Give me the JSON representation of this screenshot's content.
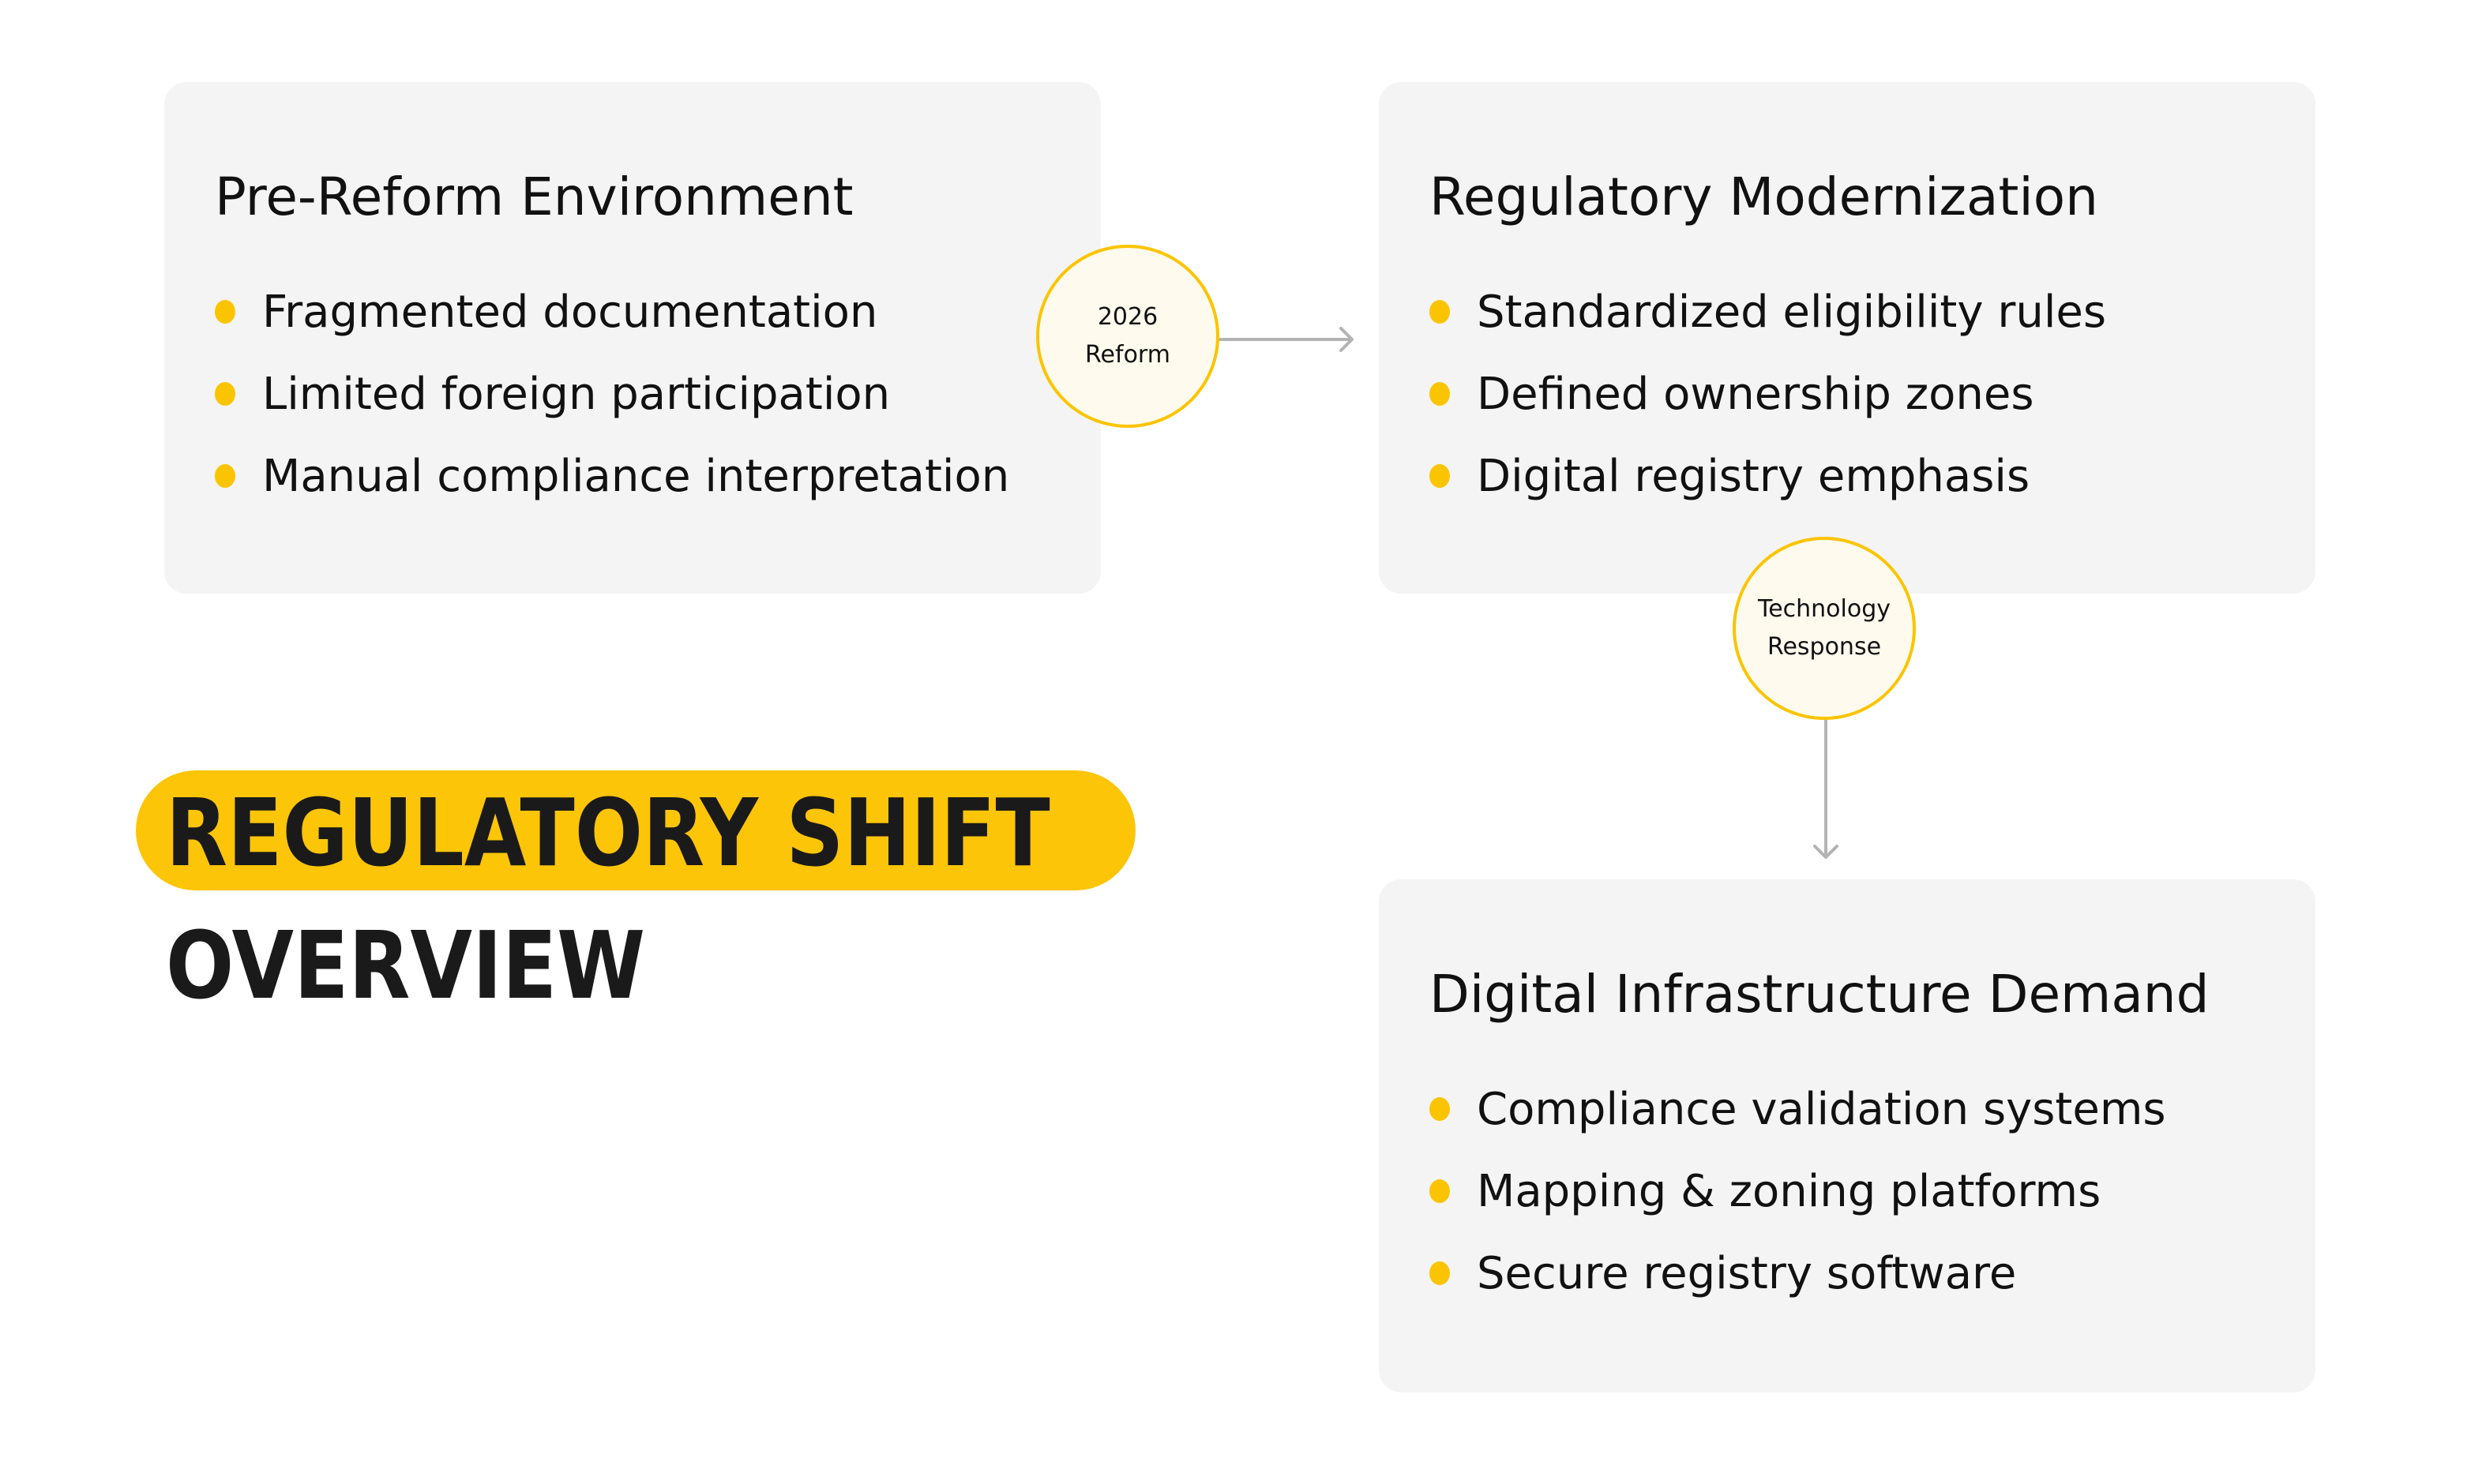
{
  "cards": [
    {
      "title": "Pre-Reform Environment",
      "items": [
        "Fragmented documentation",
        "Limited foreign participation",
        "Manual compliance interpretation"
      ]
    },
    {
      "title": "Regulatory Modernization",
      "items": [
        "Standardized eligibility rules",
        "Defined ownership zones",
        "Digital registry emphasis"
      ]
    },
    {
      "title": "Digital Infrastructure Demand",
      "items": [
        "Compliance validation systems",
        "Mapping & zoning platforms",
        "Secure registry software"
      ]
    }
  ],
  "nodes": [
    {
      "line1": "2026",
      "line2": "Reform"
    },
    {
      "line1": "Technology",
      "line2": "Response"
    }
  ],
  "headline": {
    "highlight": "REGULATORY SHIFT",
    "second": "OVERVIEW"
  },
  "colors": {
    "accent": "#fbc400",
    "card_bg": "#f4f4f4",
    "node_bg": "#fefbee",
    "arrow": "#b3b3b3",
    "text": "#111111"
  }
}
